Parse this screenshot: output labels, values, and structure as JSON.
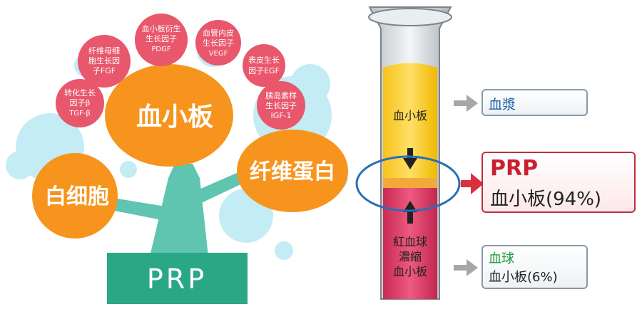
{
  "tree": {
    "trunk_label": "PRP",
    "main_node": "血小板",
    "left_node": "白细胞",
    "right_node": "纤维蛋白",
    "growth_factors": [
      [
        "血小板衍生",
        "生长因子",
        "PDGF"
      ],
      [
        "血管内皮",
        "生长因子",
        "VEGF"
      ],
      [
        "纤维母细",
        "胞生长因",
        "子FGF"
      ],
      [
        "表皮生长",
        "因子EGF"
      ],
      [
        "转化生长",
        "因子β",
        "TGF-β"
      ],
      [
        "胰岛素样",
        "生长因子",
        "IGF-1"
      ]
    ],
    "colors": {
      "orange": "#f7941d",
      "pink": "#e8576b",
      "teal": "#5fc4b0",
      "teal_dark": "#2aa886",
      "bubble": "#c3ecf5"
    }
  },
  "tube": {
    "upper_label": "血小板",
    "lower_label": [
      "紅血球",
      "濃縮",
      "血小板"
    ],
    "colors": {
      "plasma": "#fcd33a",
      "buffy": "#f2b53f",
      "rbc": "#e0426c",
      "ring": "#2a6fb5",
      "arrow_red": "#d9303f",
      "arrow_gray": "#a7a7a7"
    }
  },
  "legend": {
    "plasma": "血漿",
    "prp_title": "PRP",
    "prp_detail": "血小板(94%)",
    "blood_title": "血球",
    "blood_detail": "血小板(6%)"
  }
}
